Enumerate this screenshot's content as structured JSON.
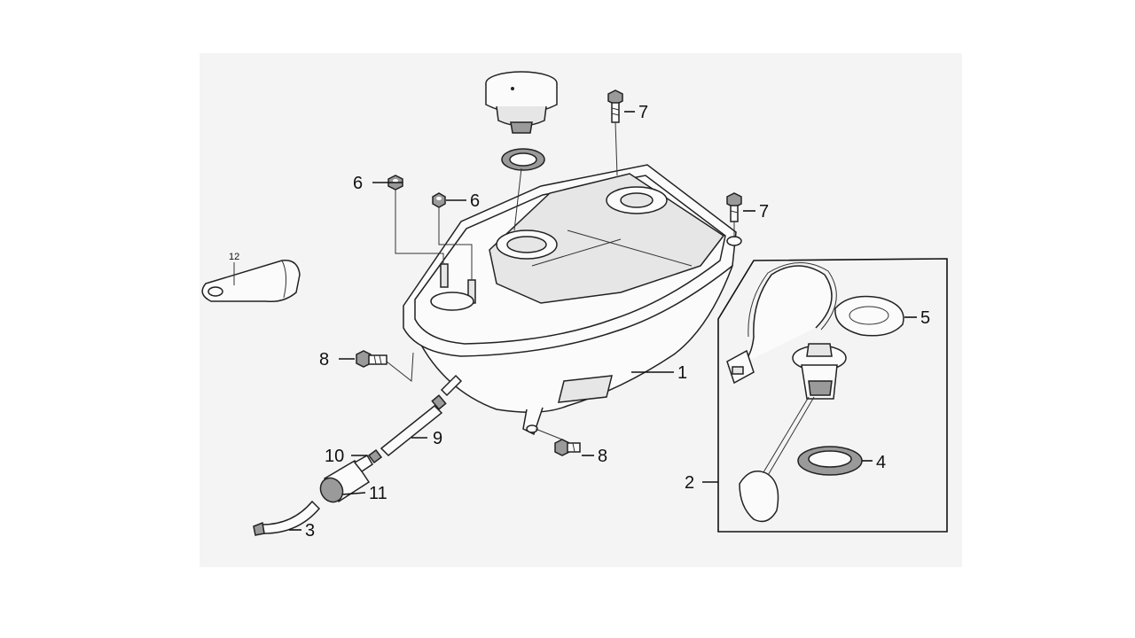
{
  "callouts": [
    {
      "id": "1",
      "text": "1"
    },
    {
      "id": "2",
      "text": "2"
    },
    {
      "id": "3",
      "text": "3"
    },
    {
      "id": "4",
      "text": "4"
    },
    {
      "id": "5",
      "text": "5"
    },
    {
      "id": "6a",
      "text": "6"
    },
    {
      "id": "6b",
      "text": "6"
    },
    {
      "id": "7a",
      "text": "7"
    },
    {
      "id": "7b",
      "text": "7"
    },
    {
      "id": "8a",
      "text": "8"
    },
    {
      "id": "8b",
      "text": "8"
    },
    {
      "id": "9",
      "text": "9"
    },
    {
      "id": "10",
      "text": "10"
    },
    {
      "id": "11",
      "text": "11"
    },
    {
      "id": "12",
      "text": "12"
    }
  ],
  "colors": {
    "background": "#ffffff",
    "backdrop": "#f4f4f4",
    "line": "#111111"
  }
}
